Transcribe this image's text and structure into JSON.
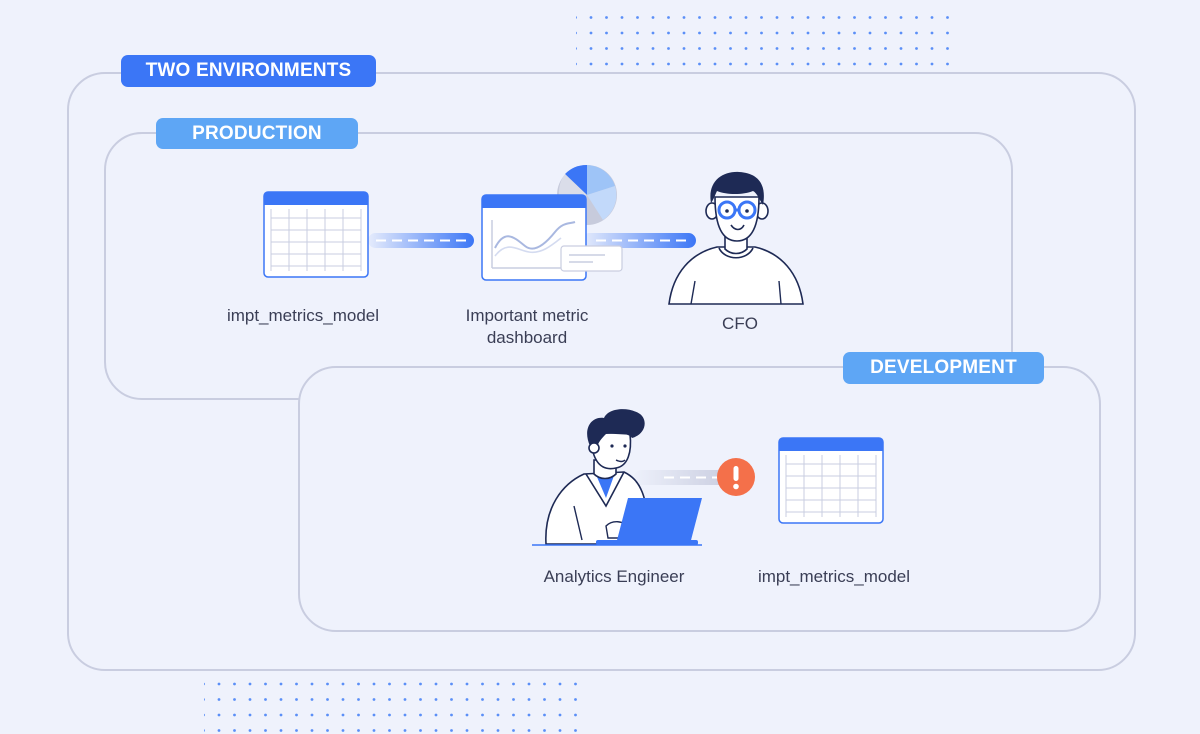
{
  "labels": {
    "outer_tag": "TWO ENVIRONMENTS",
    "production_tag": "PRODUCTION",
    "development_tag": "DEVELOPMENT",
    "prod_model": "impt_metrics_model",
    "dashboard": "Important metric dashboard",
    "cfo": "CFO",
    "engineer": "Analytics Engineer",
    "dev_model": "impt_metrics_model",
    "warning": "!"
  },
  "colors": {
    "primary_blue": "#3b76f6",
    "light_blue": "#5ea6f5",
    "warning_orange": "#f4704a",
    "panel_border": "#c9cde0",
    "navy": "#1e2a55",
    "background": "#eff2fc"
  },
  "icons": {
    "prod_table": "table-grid-icon",
    "dashboard": "line-chart-dashboard-icon",
    "pie": "pie-chart-icon",
    "cfo": "person-with-glasses-icon",
    "engineer": "person-at-laptop-icon",
    "warning": "exclamation-circle-icon",
    "dev_table": "table-grid-icon"
  }
}
